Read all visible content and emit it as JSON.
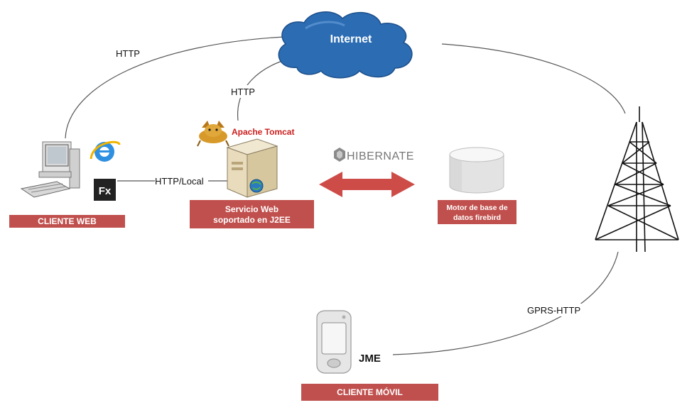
{
  "colors": {
    "label_box": "#c0504d",
    "arrow": "#cd4c48",
    "cloud": "#2b6cb3",
    "line": "#555555"
  },
  "cloud": {
    "label": "Internet"
  },
  "connections": {
    "web_internet": "HTTP",
    "server_internet": "HTTP",
    "web_server": "HTTP/Local",
    "mobile_tower": "GPRS-HTTP"
  },
  "cliente_web": {
    "label": "CLIENTE WEB",
    "icons": [
      "computer-icon",
      "internet-explorer-icon",
      "flex-icon"
    ],
    "flex_text": "Fx"
  },
  "server": {
    "brand": "Apache Tomcat",
    "label_line1": "Servicio Web",
    "label_line2": "soportado en J2EE",
    "icons": [
      "tomcat-cat-icon",
      "server-tower-icon"
    ]
  },
  "hibernate": {
    "logo_text": "HIBERNATE"
  },
  "database": {
    "label_line1": "Motor de base de",
    "label_line2": "datos firebird",
    "icons": [
      "database-cylinder-icon"
    ]
  },
  "tower": {
    "icons": [
      "antenna-tower-icon"
    ]
  },
  "mobile": {
    "platform": "JME",
    "label": "CLIENTE MÓVIL",
    "icons": [
      "pda-device-icon"
    ]
  }
}
